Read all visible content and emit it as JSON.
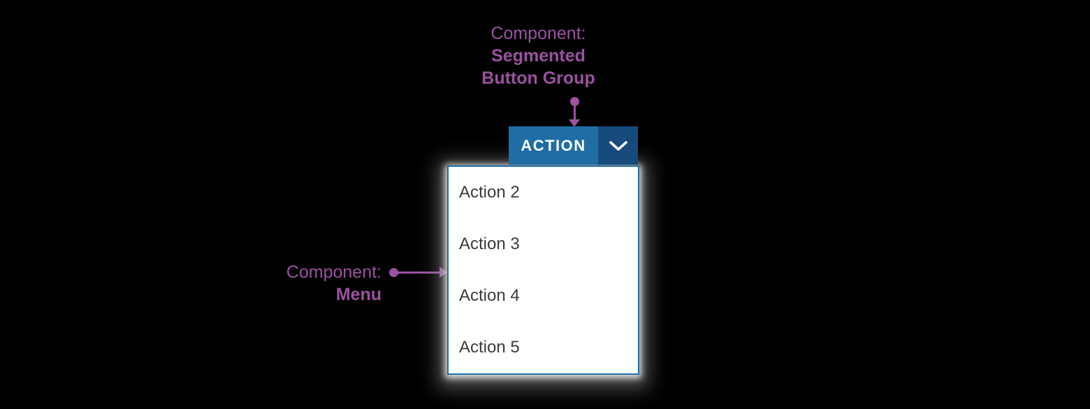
{
  "annotation_color": "#9c52a0",
  "annotations": {
    "top": {
      "lines": [
        "Component:",
        "Segmented",
        "Button Group"
      ]
    },
    "left": {
      "lines": [
        "Component:",
        "Menu"
      ]
    }
  },
  "segmented_button_group": {
    "action_label": "ACTION",
    "chevron_icon": "chevron-down",
    "colors": {
      "primary": "#1f6da4",
      "chevron_segment": "#174a7c",
      "label_text": "#ffffff"
    }
  },
  "menu": {
    "colors": {
      "border": "#1d6ea5",
      "background": "#ffffff",
      "text": "#3b3b3b"
    },
    "items": [
      {
        "label": "Action 2"
      },
      {
        "label": "Action 3"
      },
      {
        "label": "Action 4"
      },
      {
        "label": "Action 5"
      }
    ]
  }
}
